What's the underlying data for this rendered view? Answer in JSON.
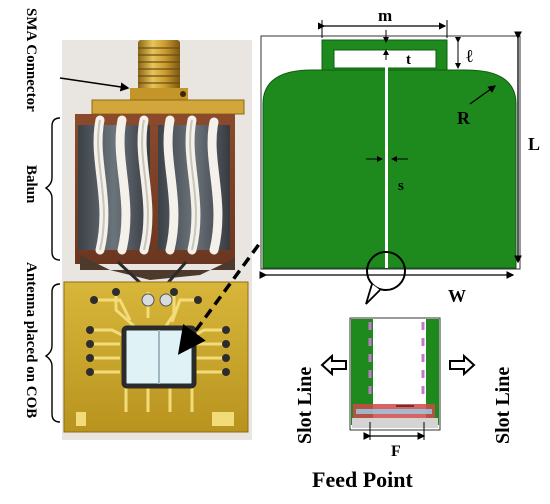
{
  "photo_labels": {
    "sma": "SMA Connector",
    "balun": "Balun",
    "antenna": "Antenna placed on COB"
  },
  "antenna_labels": {
    "m": "m",
    "t": "t",
    "l": "ℓ",
    "r": "R",
    "L": "L",
    "s": "s",
    "w": "W"
  },
  "feed_labels": {
    "slot_left": "Slot Line",
    "slot_right": "Slot Line",
    "f": "F",
    "feed_point": "Feed Point"
  },
  "colors": {
    "antenna_green": "#1e8a1e",
    "antenna_dark": "#0f5e12",
    "pcb_yellow": "#c9a62a",
    "gold": "#c69a2c",
    "chip_blue": "#dff2f6",
    "pink_pad": "#c678c6",
    "feed_red": "#d04848"
  }
}
